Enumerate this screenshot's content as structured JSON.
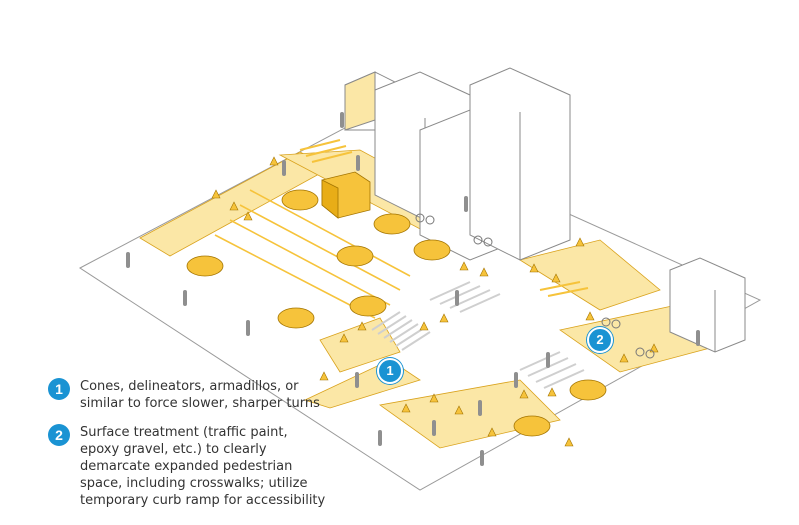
{
  "colors": {
    "accent_yellow": "#f6c33b",
    "light_yellow": "#fbe7a6",
    "callout_blue": "#1a93d3",
    "outline_gray": "#8a8a8a"
  },
  "callouts": [
    {
      "number": "1"
    },
    {
      "number": "2"
    }
  ],
  "legend": [
    {
      "number": "1",
      "text": "Cones, delineators, armadillos, or similar to force slower, sharper turns"
    },
    {
      "number": "2",
      "text": "Surface treatment (traffic paint, epoxy gravel, etc.) to clearly demarcate expanded pedestrian space, including crosswalks; utilize temporary curb ramp for accessibility"
    }
  ],
  "icons": [
    "traffic-cone-icon",
    "car-icon",
    "truck-icon",
    "pedestrian-icon",
    "cyclist-icon",
    "building-icon"
  ]
}
